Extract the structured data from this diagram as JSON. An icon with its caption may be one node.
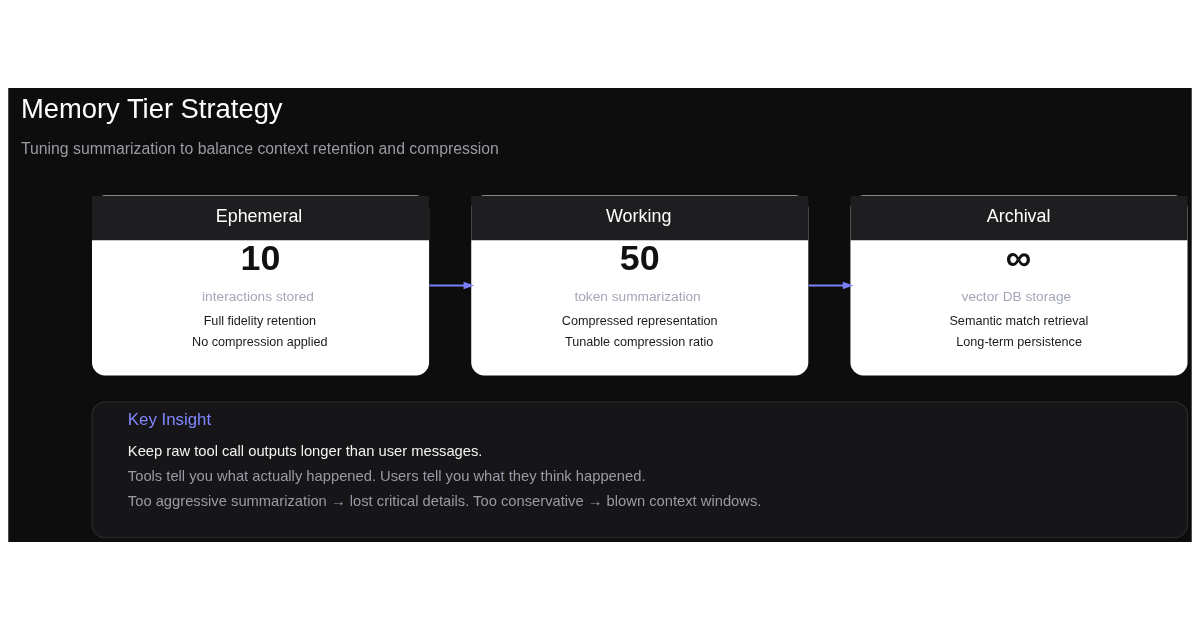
{
  "diagram": {
    "title": "Memory Tier Strategy",
    "labels": [
      "Tuning summarization to balance context retention and compression"
    ],
    "nodes": [
      {
        "text": [
          "Ephemeral",
          "10",
          "interactions stored",
          "Full fidelity retention",
          "No compression applied"
        ]
      },
      {
        "text": [
          "Working",
          "50",
          "token summarization",
          "Compressed representation",
          "Tunable compression ratio"
        ]
      },
      {
        "text": [
          "Archival",
          "∞",
          "vector DB storage",
          "Semantic match retrieval",
          "Long-term persistence"
        ]
      },
      {
        "text": [
          "Key Insight",
          "Keep raw tool call outputs longer than user messages.",
          "Tools tell you what actually happened. Users tell you what they think happened.",
          "Too aggressive summarization → lost critical details. Too conservative → blown context windows."
        ]
      }
    ],
    "edges": [
      {
        "from": 0,
        "to": 1,
        "arrow": "to"
      },
      {
        "from": 1,
        "to": 2,
        "arrow": "to"
      }
    ]
  }
}
